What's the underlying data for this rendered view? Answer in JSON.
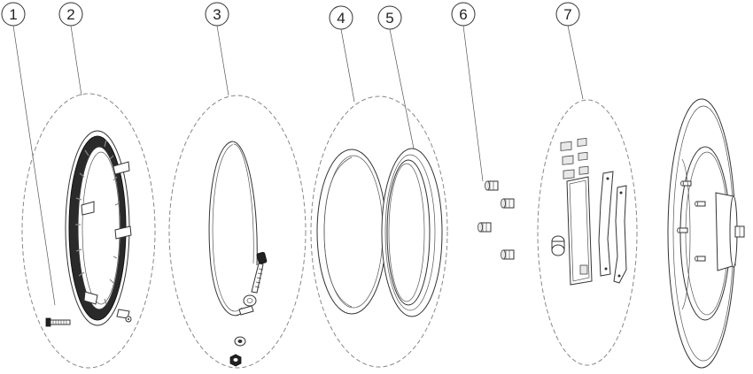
{
  "callouts": [
    {
      "label": "1"
    },
    {
      "label": "2"
    },
    {
      "label": "3"
    },
    {
      "label": "4"
    },
    {
      "label": "5"
    },
    {
      "label": "6"
    },
    {
      "label": "7"
    }
  ],
  "colors": {
    "line": "#333333",
    "dash": "#888888",
    "background": "#ffffff"
  }
}
